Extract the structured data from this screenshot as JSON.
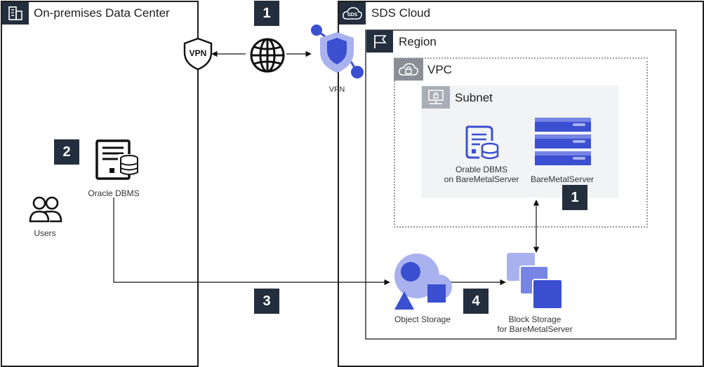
{
  "onprem": {
    "title": "On-premises Data Center"
  },
  "cloud": {
    "title": "SDS Cloud",
    "logo_text": "SDS"
  },
  "region": {
    "title": "Region"
  },
  "vpc": {
    "title": "VPC"
  },
  "subnet": {
    "title": "Subnet"
  },
  "nodes": {
    "vpn_left": "VPN",
    "vpn_right": "VPN",
    "oracle_dbms": "Oracle DBMS",
    "users": "Users",
    "orable_dbms_line1": "Orable DBMS",
    "orable_dbms_line2": "on BareMetalServer",
    "baremetal": "BareMetalServer",
    "object_storage": "Object Storage",
    "block_storage_line1": "Block Storage",
    "block_storage_line2": "for BareMetalServer"
  },
  "badges": {
    "top": "1",
    "onprem": "2",
    "transfer": "3",
    "storage": "4",
    "server": "1"
  },
  "colors": {
    "accent": "#3b4fd1",
    "accent_light": "#a9b2ef",
    "dark": "#232f3e",
    "header_gray": "#8a8f96"
  }
}
